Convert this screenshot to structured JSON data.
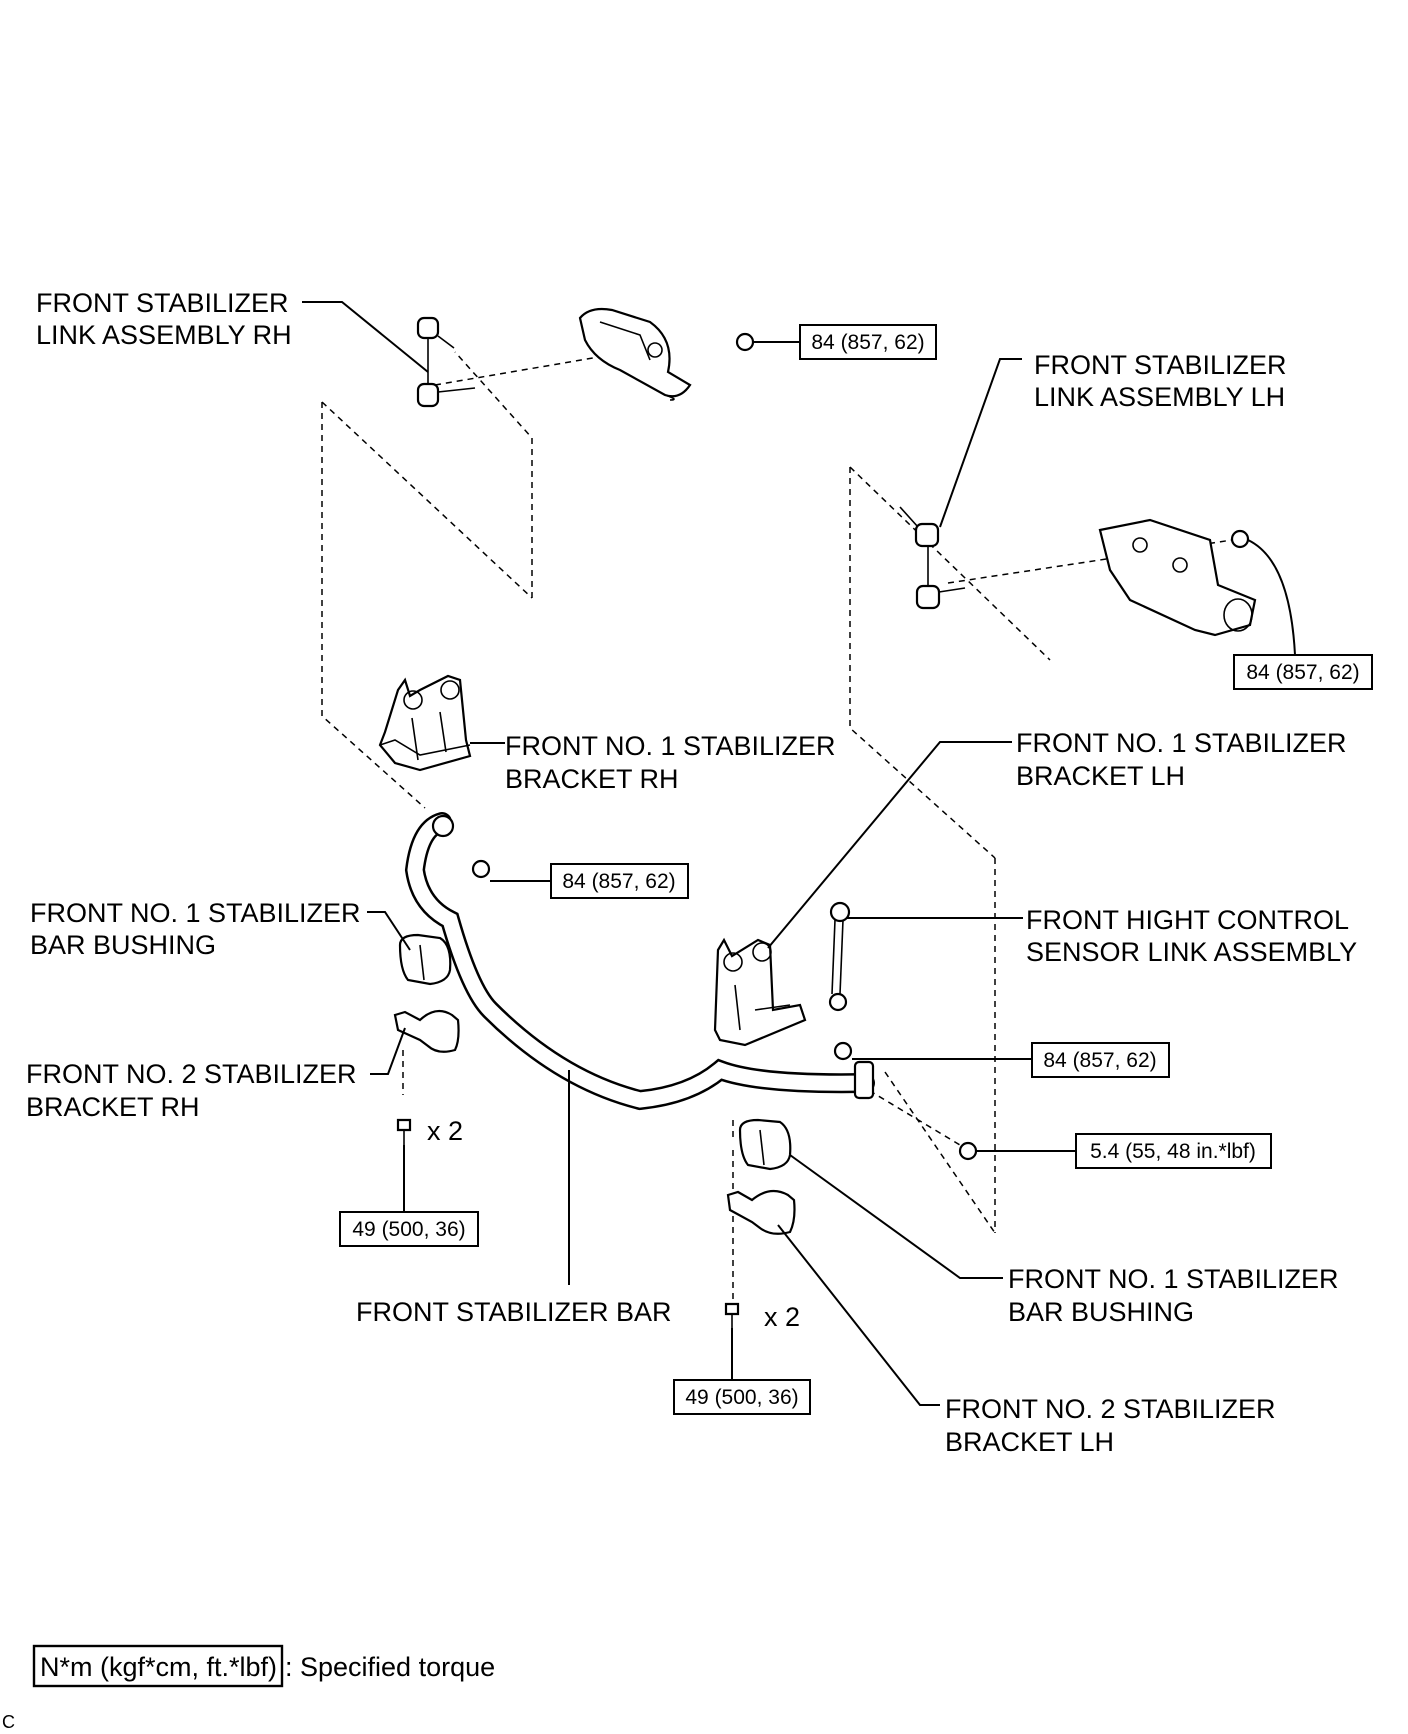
{
  "labels": {
    "link_rh": [
      "FRONT STABILIZER",
      "LINK ASSEMBLY RH"
    ],
    "link_lh": [
      "FRONT STABILIZER",
      "LINK ASSEMBLY LH"
    ],
    "bracket1_rh": [
      "FRONT NO. 1 STABILIZER",
      "BRACKET RH"
    ],
    "bracket1_lh": [
      "FRONT NO. 1 STABILIZER",
      "BRACKET LH"
    ],
    "bushing_rh": [
      "FRONT NO. 1 STABILIZER",
      "BAR BUSHING"
    ],
    "height_sensor": [
      "FRONT HIGHT CONTROL",
      "SENSOR LINK ASSEMBLY"
    ],
    "bracket2_rh": [
      "FRONT NO. 2 STABILIZER",
      "BRACKET RH"
    ],
    "bushing_lh": [
      "FRONT NO. 1 STABILIZER",
      "BAR BUSHING"
    ],
    "stabilizer_bar": "FRONT STABILIZER BAR",
    "bracket2_lh": [
      "FRONT NO. 2 STABILIZER",
      "BRACKET LH"
    ]
  },
  "torques": {
    "link_rh_nut": "84 (857, 62)",
    "link_lh_nut": "84 (857, 62)",
    "bar_rh_nut": "84 (857, 62)",
    "bar_lh_nut": "84 (857, 62)",
    "sensor_nut": "5.4 (55, 48 in.*lbf)",
    "bracket_rh_bolt": "49 (500, 36)",
    "bracket_lh_bolt": "49 (500, 36)"
  },
  "quantities": {
    "rh_bolts": "x 2",
    "lh_bolts": "x 2"
  },
  "legend": {
    "unit_box": "N*m (kgf*cm, ft.*lbf)",
    "text": ": Specified torque"
  },
  "corner_mark": "C"
}
